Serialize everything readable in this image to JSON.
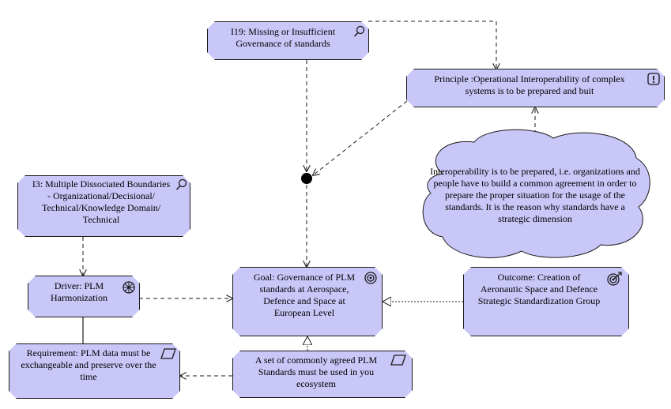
{
  "nodes": {
    "i19": {
      "text": "I19: Missing or Insufficient\nGovernance of standards",
      "icon": "magnifier-icon"
    },
    "principle": {
      "text": "Principle :Operational Interoperability of complex\nsystems is to be prepared and buit",
      "icon": "exclamation-icon"
    },
    "cloud": {
      "text": "Interoperability is to be prepared, i.e. organizations and\npeople have to build a common agreement in order to\nprepare the proper situation for the usage of the\nstandards. It is the reason why standards have a\nstrategic dimension"
    },
    "i3": {
      "text": "I3: Multiple Dissociated Boundaries\n- Organizational/Decisional/\nTechnical/Knowledge Domain/\nTechnical",
      "icon": "magnifier-icon"
    },
    "driver": {
      "text": "Driver: PLM\nHarmonization",
      "icon": "wheel-icon"
    },
    "goal": {
      "text": "Goal: Governance of PLM\nstandards at Aerospace,\nDefence and Space at\nEuropean Level",
      "icon": "target-icon"
    },
    "outcome": {
      "text": "Outcome: Creation of\nAeronautic Space and Defence\nStrategic Standardization Group",
      "icon": "target-arrow-icon"
    },
    "requirement": {
      "text": "Requirement: PLM data must be\nexchangeable and preserve over the\ntime",
      "icon": "parallelogram-icon"
    },
    "plm_set": {
      "text": "A set of commonly agreed PLM\nStandards must be used in you\necosystem",
      "icon": "parallelogram-icon"
    }
  },
  "colors": {
    "fill": "#c9c6f8",
    "stroke": "#1a1a1a"
  }
}
